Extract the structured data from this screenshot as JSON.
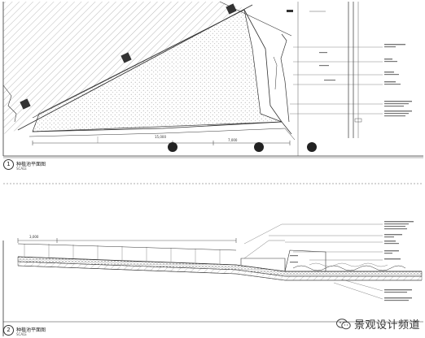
{
  "section1": {
    "number": "1",
    "title": "种植池平面图",
    "scale": "SCALE"
  },
  "section2": {
    "number": "2",
    "title": "种植池平面图",
    "scale": "SCALE"
  },
  "dims": {
    "d1": "15,000",
    "d2": "7,000",
    "d3": "3,000"
  },
  "watermark": {
    "text": "景观设计频道"
  },
  "colors": {
    "line": "#333333",
    "block": "#333333",
    "paper": "#ffffff"
  }
}
